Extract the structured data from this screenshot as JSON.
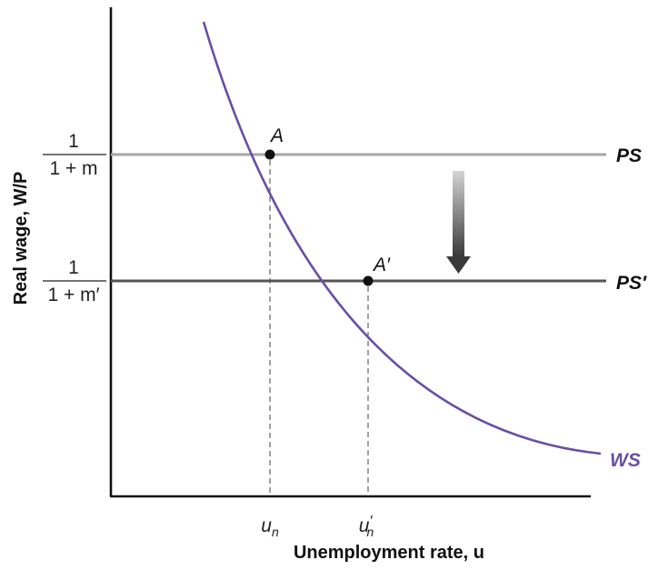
{
  "axes": {
    "ylabel": "Real wage, W/P",
    "xlabel": "Unemployment rate, u"
  },
  "y_ticks": {
    "upper": {
      "numerator": "1",
      "denominator": "1 + m"
    },
    "lower": {
      "numerator": "1",
      "denominator": "1 + m′"
    }
  },
  "x_ticks": {
    "un": {
      "base": "u",
      "sub": "n",
      "prime": ""
    },
    "un_prime": {
      "base": "u",
      "sub": "n",
      "prime": "′"
    }
  },
  "lines": {
    "ps": {
      "label": "PS",
      "color": "#a6a6a6"
    },
    "ps_prime": {
      "label": "PS′",
      "color": "#555555"
    },
    "ws": {
      "label": "WS",
      "color": "#6a4fa3"
    }
  },
  "points": {
    "a": "A",
    "a_prime": "A′"
  },
  "colors": {
    "axis": "#111111",
    "arrow_top": "#d4d4d4",
    "arrow_bottom": "#3a3a3a"
  }
}
